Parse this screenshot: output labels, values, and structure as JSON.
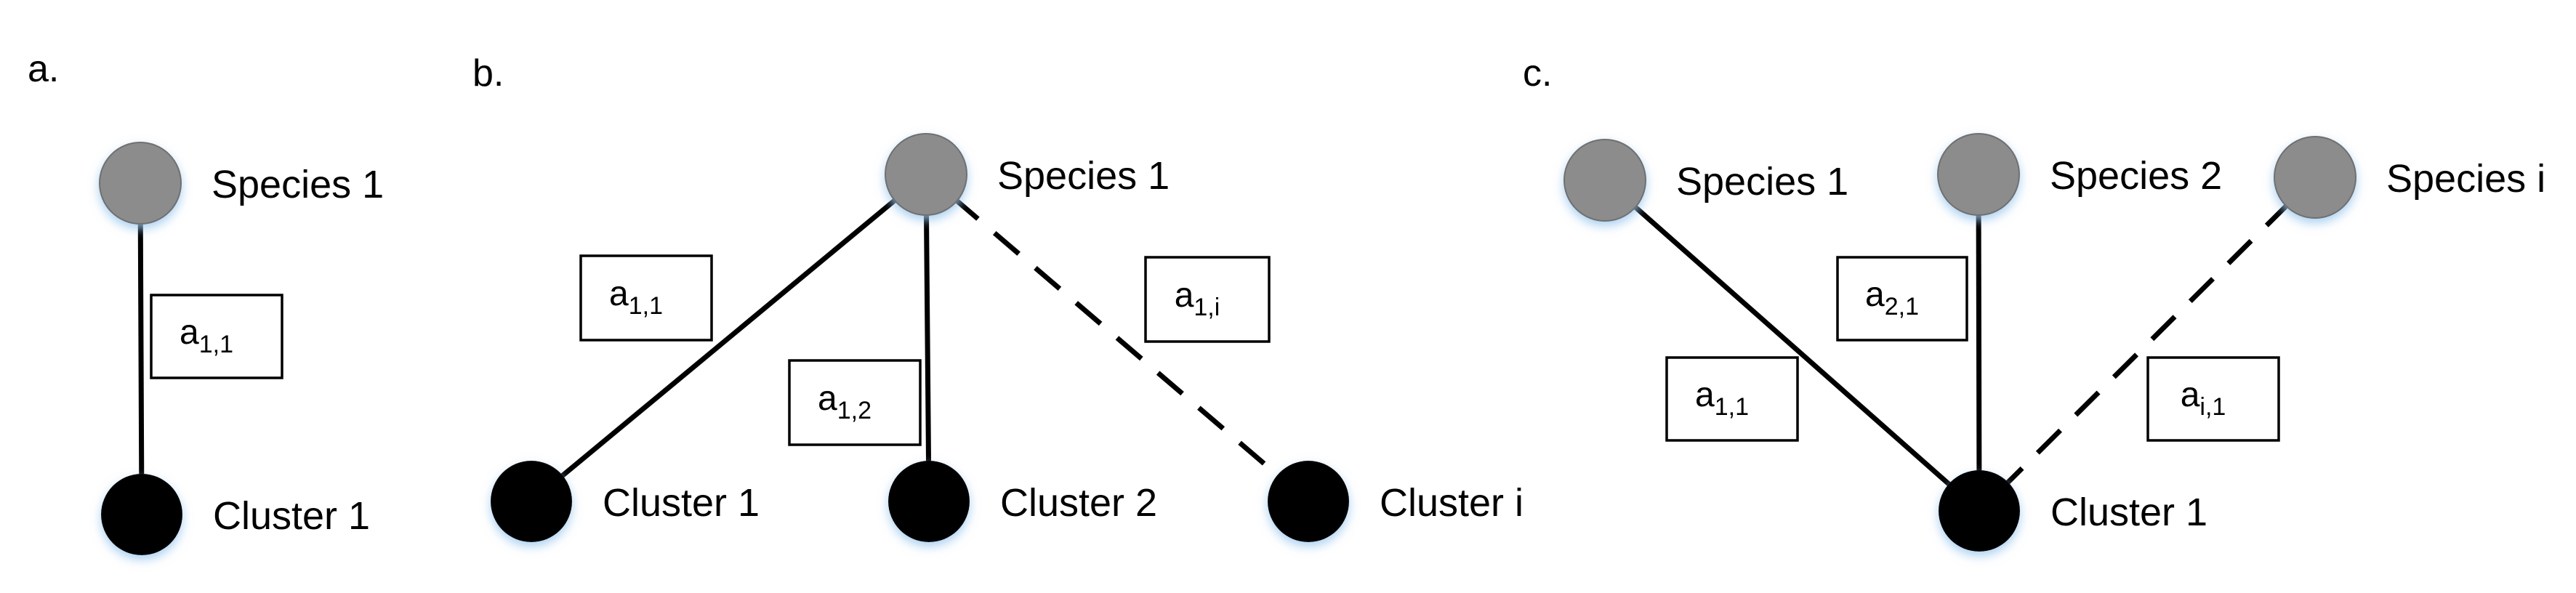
{
  "colors": {
    "species": "#8c8c8c",
    "cluster": "#000000",
    "edge": "#000000",
    "glow": "#9cc8ee"
  },
  "panels": [
    {
      "label": "a.",
      "nodes": [
        {
          "id": "s1",
          "kind": "species",
          "label": "Species 1"
        },
        {
          "id": "c1",
          "kind": "cluster",
          "label": "Cluster 1"
        }
      ],
      "edges": [
        {
          "from": "s1",
          "to": "c1",
          "style": "solid",
          "label_base": "a",
          "label_sub": "1,1"
        }
      ]
    },
    {
      "label": "b.",
      "nodes": [
        {
          "id": "s1",
          "kind": "species",
          "label": "Species 1"
        },
        {
          "id": "c1",
          "kind": "cluster",
          "label": "Cluster 1"
        },
        {
          "id": "c2",
          "kind": "cluster",
          "label": "Cluster 2"
        },
        {
          "id": "ci",
          "kind": "cluster",
          "label": "Cluster i"
        }
      ],
      "edges": [
        {
          "from": "s1",
          "to": "c1",
          "style": "solid",
          "label_base": "a",
          "label_sub": "1,1"
        },
        {
          "from": "s1",
          "to": "c2",
          "style": "solid",
          "label_base": "a",
          "label_sub": "1,2"
        },
        {
          "from": "s1",
          "to": "ci",
          "style": "dashed",
          "label_base": "a",
          "label_sub": "1,i"
        }
      ]
    },
    {
      "label": "c.",
      "nodes": [
        {
          "id": "s1",
          "kind": "species",
          "label": "Species 1"
        },
        {
          "id": "s2",
          "kind": "species",
          "label": "Species 2"
        },
        {
          "id": "si",
          "kind": "species",
          "label": "Species i"
        },
        {
          "id": "c1",
          "kind": "cluster",
          "label": "Cluster 1"
        }
      ],
      "edges": [
        {
          "from": "s1",
          "to": "c1",
          "style": "solid",
          "label_base": "a",
          "label_sub": "1,1"
        },
        {
          "from": "s2",
          "to": "c1",
          "style": "solid",
          "label_base": "a",
          "label_sub": "2,1"
        },
        {
          "from": "si",
          "to": "c1",
          "style": "dashed",
          "label_base": "a",
          "label_sub": "i,1"
        }
      ]
    }
  ]
}
